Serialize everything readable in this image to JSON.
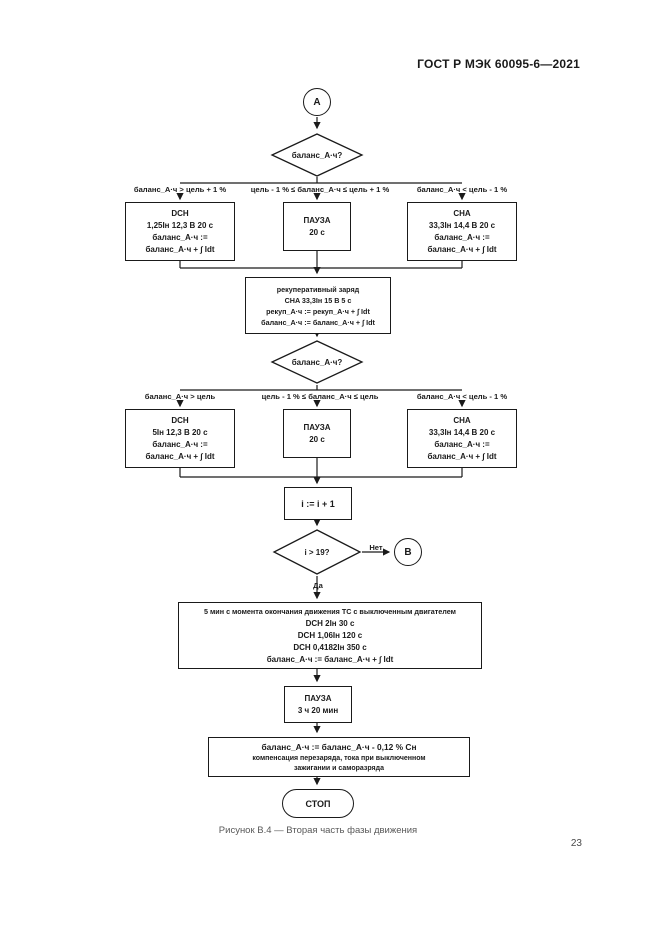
{
  "header": {
    "standard_title": "ГОСТ Р МЭК 60095-6—2021"
  },
  "footer": {
    "caption": "Рисунок В.4 — Вторая часть фазы движения",
    "page_number": "23"
  },
  "flowchart": {
    "connector_a": "А",
    "connector_b": "В",
    "decision1": "баланс_А·ч?",
    "decision2": "баланс_А·ч?",
    "decision3": "i > 19?",
    "label_no": "Нет",
    "label_yes": "Да",
    "row1": {
      "left_label": "баланс_А·ч > цель + 1 %",
      "mid_label": "цель - 1 % ≤ баланс_А·ч ≤ цель + 1 %",
      "right_label": "баланс_А·ч < цель - 1 %",
      "left_box": {
        "lines": [
          "DCH",
          "1,25Iн 12,3 В 20 с",
          "баланс_А·ч :=",
          "баланс_А·ч + ∫ Idt"
        ]
      },
      "mid_box": {
        "lines": [
          "ПАУЗА",
          "20 с"
        ]
      },
      "right_box": {
        "lines": [
          "CHA",
          "33,3Iн 14,4 В 20 с",
          "баланс_А·ч :=",
          "баланс_А·ч + ∫ Idt"
        ]
      }
    },
    "recup_box": {
      "lines": [
        "рекуперативный заряд",
        "CHA 33,3Iн 15 В 5 с",
        "рекуп_А·ч := рекуп_А·ч + ∫ Idt",
        "баланс_А·ч := баланс_А·ч + ∫ Idt"
      ]
    },
    "row2": {
      "left_label": "баланс_А·ч > цель",
      "mid_label": "цель - 1 % ≤ баланс_А·ч ≤ цель",
      "right_label": "баланс_А·ч < цель - 1 %",
      "left_box": {
        "lines": [
          "DCH",
          "5Iн 12,3 В 20 с",
          "баланс_А·ч :=",
          "баланс_А·ч + ∫ Idt"
        ]
      },
      "mid_box": {
        "lines": [
          "ПАУЗА",
          "20 с"
        ]
      },
      "right_box": {
        "lines": [
          "CHA",
          "33,3Iн 14,4 В 20 с",
          "баланс_А·ч :=",
          "баланс_А·ч + ∫ Idt"
        ]
      }
    },
    "increment_box": "i := i + 1",
    "engine_off_box": {
      "lines": [
        "5 мин с момента окончания движения ТС с выключенным двигателем",
        "DCH 2Iн 30 с",
        "DCH 1,06Iн 120 с",
        "DCH 0,4182Iн 350 с",
        "баланс_А·ч := баланс_А·ч + ∫ Idt"
      ]
    },
    "pause_box": {
      "lines": [
        "ПАУЗА",
        "3 ч 20 мин"
      ]
    },
    "compensation_box": {
      "lines": [
        "баланс_А·ч := баланс_А·ч - 0,12 % Сн",
        "компенсация перезаряда, тока при выключенном",
        "зажигании и саморазряда"
      ]
    },
    "stop": "СТОП"
  }
}
